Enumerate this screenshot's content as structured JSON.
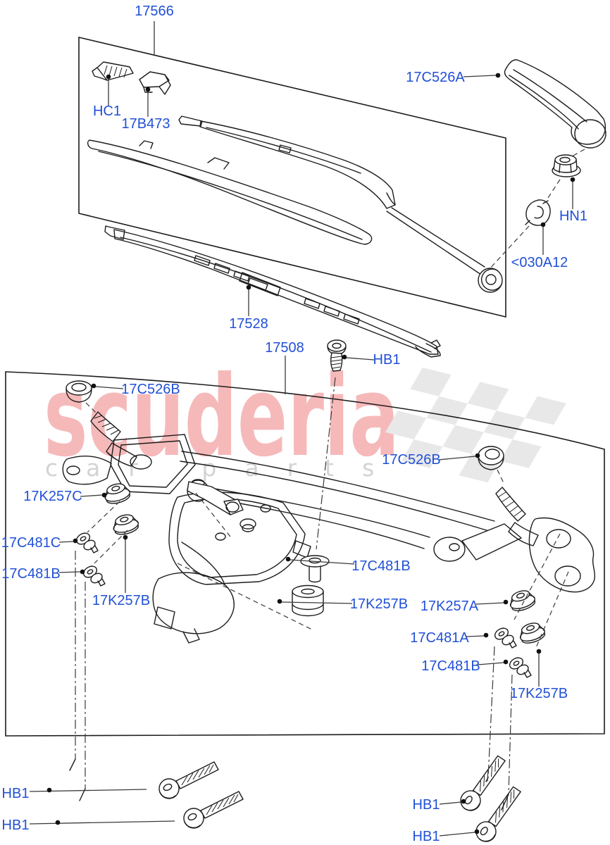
{
  "diagram_title": "Windscreen wiper exploded parts diagram",
  "colors": {
    "callout": "#2150d6",
    "brand": "#f6b9ba",
    "tagline": "#d3d3d3",
    "flag": "#e8e8e8",
    "line": "#1c1c1c"
  },
  "watermark": {
    "brand": "scuderia",
    "tagline": "car parts"
  },
  "callouts": {
    "c17566": "17566",
    "hc1": "HC1",
    "c17b473": "17B473",
    "c17c526a": "17C526A",
    "hn1": "HN1",
    "c030a12": "<030A12",
    "c17528": "17528",
    "c17508": "17508",
    "hb1_top": "HB1",
    "c17c526b_left": "17C526B",
    "c17k257c": "17K257C",
    "c17c481c": "17C481C",
    "c17c481b_left": "17C481B",
    "c17k257b_left": "17K257B",
    "c17c526b_right": "17C526B",
    "c17c481b_mid": "17C481B",
    "c17k257b_mid": "17K257B",
    "c17k257a": "17K257A",
    "c17c481a": "17C481A",
    "c17c481b_right": "17C481B",
    "c17k257b_right": "17K257B",
    "hb1_bl1": "HB1",
    "hb1_bl2": "HB1",
    "hb1_br1": "HB1",
    "hb1_br2": "HB1"
  }
}
